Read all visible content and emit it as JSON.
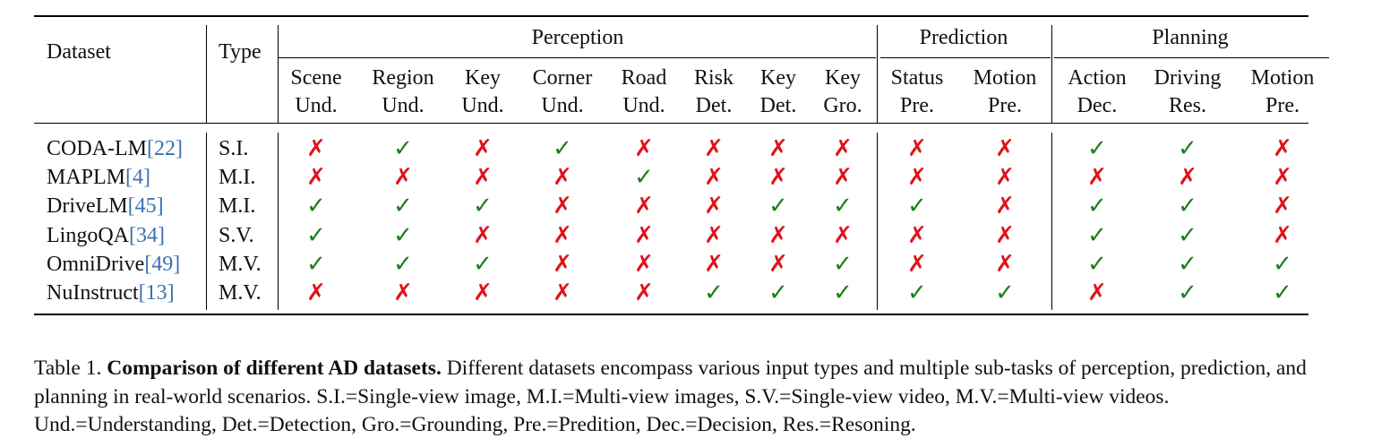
{
  "table": {
    "col_dataset": "Dataset",
    "col_type": "Type",
    "groups": {
      "perception": "Perception",
      "prediction": "Prediction",
      "planning": "Planning"
    },
    "subcolumns": [
      {
        "line1": "Scene",
        "line2": "Und."
      },
      {
        "line1": "Region",
        "line2": "Und."
      },
      {
        "line1": "Key",
        "line2": "Und."
      },
      {
        "line1": "Corner",
        "line2": "Und."
      },
      {
        "line1": "Road",
        "line2": "Und."
      },
      {
        "line1": "Risk",
        "line2": "Det."
      },
      {
        "line1": "Key",
        "line2": "Det."
      },
      {
        "line1": "Key",
        "line2": "Gro."
      },
      {
        "line1": "Status",
        "line2": "Pre."
      },
      {
        "line1": "Motion",
        "line2": "Pre."
      },
      {
        "line1": "Action",
        "line2": "Dec."
      },
      {
        "line1": "Driving",
        "line2": "Res."
      },
      {
        "line1": "Motion",
        "line2": "Pre."
      }
    ],
    "rows": [
      {
        "name": "CODA-LM",
        "cite": "[22]",
        "type": "S.I.",
        "values": [
          "✗",
          "✓",
          "✗",
          "✓",
          "✗",
          "✗",
          "✗",
          "✗",
          "✗",
          "✗",
          "✓",
          "✓",
          "✗"
        ]
      },
      {
        "name": "MAPLM",
        "cite": "[4]",
        "type": "M.I.",
        "values": [
          "✗",
          "✗",
          "✗",
          "✗",
          "✓",
          "✗",
          "✗",
          "✗",
          "✗",
          "✗",
          "✗",
          "✗",
          "✗"
        ]
      },
      {
        "name": "DriveLM",
        "cite": "[45]",
        "type": "M.I.",
        "values": [
          "✓",
          "✓",
          "✓",
          "✗",
          "✗",
          "✗",
          "✓",
          "✓",
          "✓",
          "✗",
          "✓",
          "✓",
          "✗"
        ]
      },
      {
        "name": "LingoQA",
        "cite": "[34]",
        "type": "S.V.",
        "values": [
          "✓",
          "✓",
          "✗",
          "✗",
          "✗",
          "✗",
          "✗",
          "✗",
          "✗",
          "✗",
          "✓",
          "✓",
          "✗"
        ]
      },
      {
        "name": "OmniDrive",
        "cite": "[49]",
        "type": "M.V.",
        "values": [
          "✓",
          "✓",
          "✓",
          "✗",
          "✗",
          "✗",
          "✗",
          "✓",
          "✗",
          "✗",
          "✓",
          "✓",
          "✓"
        ]
      },
      {
        "name": "NuInstruct",
        "cite": "[13]",
        "type": "M.V.",
        "values": [
          "✗",
          "✗",
          "✗",
          "✗",
          "✗",
          "✓",
          "✓",
          "✓",
          "✓",
          "✓",
          "✗",
          "✓",
          "✓"
        ]
      }
    ],
    "check_color": "#1a7f1a",
    "cross_color": "#e0131a",
    "cite_color": "#3a70b3"
  },
  "caption": {
    "label": "Table 1.",
    "bold": "Comparison of different AD datasets.",
    "text": "Different datasets encompass various input types and multiple sub-tasks of perception, prediction, and planning in real-world scenarios. S.I.=Single-view image, M.I.=Multi-view images, S.V.=Single-view video, M.V.=Multi-view videos. Und.=Understanding, Det.=Detection, Gro.=Grounding, Pre.=Predition, Dec.=Decision, Res.=Resoning."
  }
}
